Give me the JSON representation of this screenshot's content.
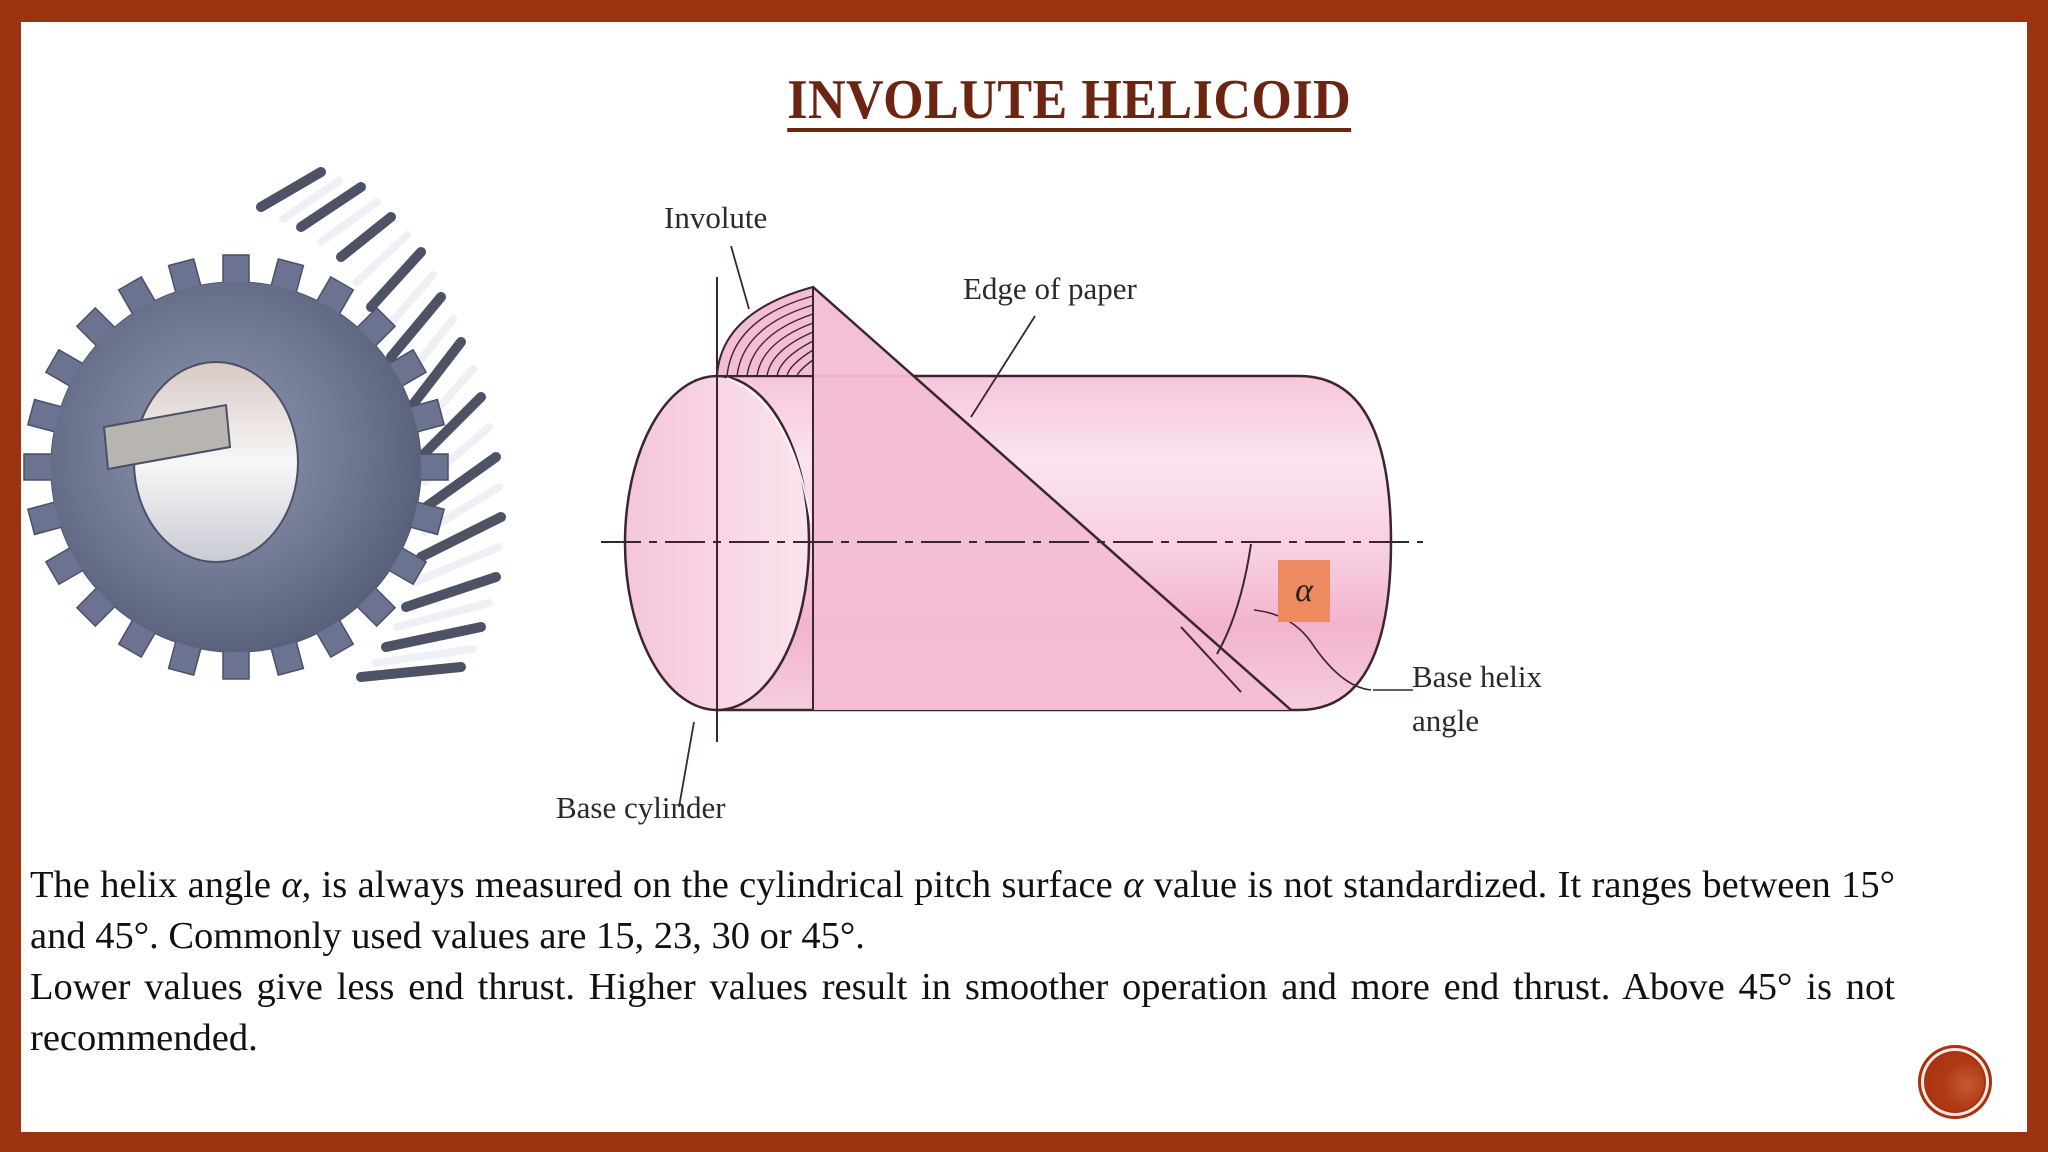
{
  "slide": {
    "title": "INVOLUTE HELICOID",
    "colors": {
      "frame": "#9B3210",
      "title": "#6B2511",
      "alpha_box": "#EE8A62",
      "cylinder_pink": "#F3BDD4",
      "badge": "#A8310F"
    }
  },
  "gear_image": {
    "alt": "helical-gear-photo"
  },
  "diagram": {
    "labels": {
      "involute": "Involute",
      "edge_of_paper": "Edge of paper",
      "base_helix_line1": "Base helix",
      "base_helix_line2": "angle",
      "base_cylinder": "Base cylinder"
    },
    "alpha_symbol": "α"
  },
  "body": {
    "para1_a": "The helix angle ",
    "para1_alpha": "α",
    "para1_b": ", is always measured on the cylindrical pitch surface ",
    "para1_alpha2": "α",
    "para1_c": " value is not standardized. It ranges between 15° and 45°. Commonly used values are 15, 23, 30 or 45°.",
    "para2": "Lower values give less end thrust. Higher values result in smoother operation and more end thrust. Above 45° is not recommended."
  },
  "footer": {
    "badge_icon": "slide-number-badge"
  }
}
